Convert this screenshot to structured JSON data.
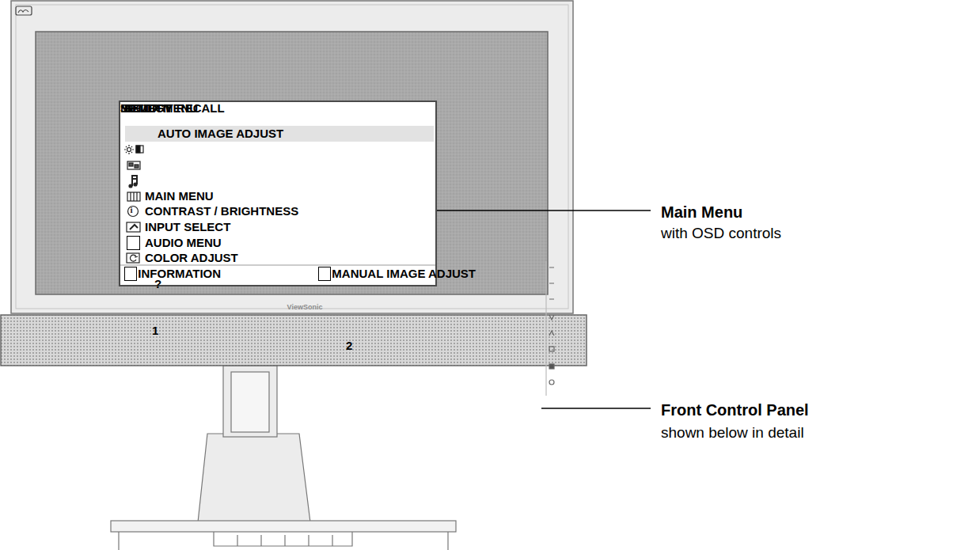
{
  "diagram": {
    "nodes": [
      {
        "text": [
          "MAIN MENU",
          "CONTRAST / BRIGHTNESS",
          "INPUT SELECT",
          "AUDIO MENU",
          "COLOR ADJUST",
          "INFORMATION",
          "MANUAL IMAGE ADJUST",
          "SETUP MENU",
          "MEMORY RECALL",
          ":EXIT",
          ":SELECT"
        ]
      },
      {
        "text": [
          "AUTO IMAGE ADJUST"
        ],
        "in": 0
      },
      {
        "text": [
          "?"
        ],
        "in": 0
      },
      {
        "text": [
          "1"
        ],
        "in": 0
      },
      {
        "text": [
          "2"
        ],
        "in": 0
      }
    ],
    "labels": [
      "ViewSonic",
      "i",
      "Main Menu",
      "with OSD controls",
      "Front Control Panel",
      "shown below in detail"
    ]
  }
}
